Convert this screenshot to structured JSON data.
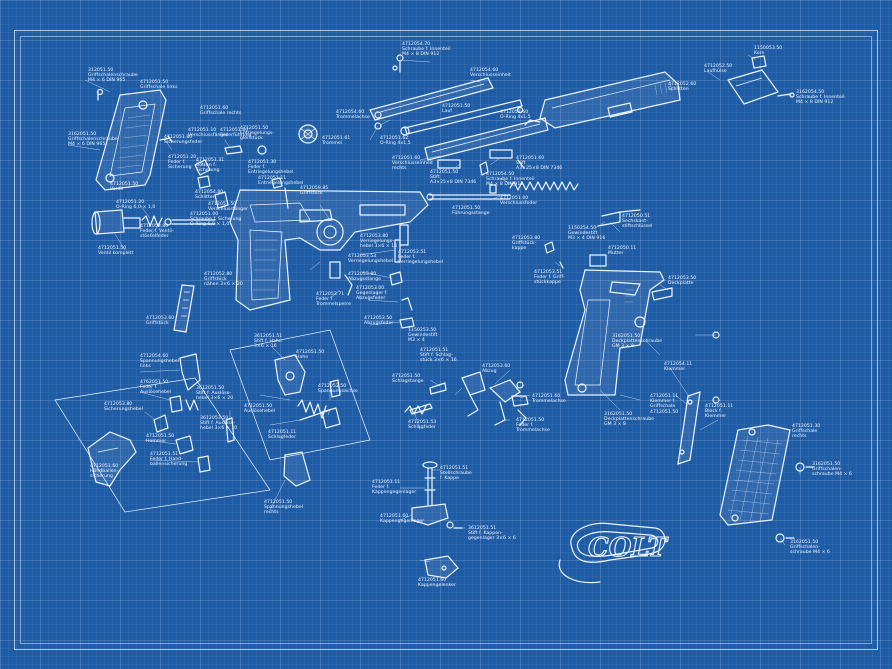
{
  "logo": {
    "text": "COLT"
  },
  "callouts": [
    {
      "id": "c1",
      "lines": [
        "312051.50",
        "Griffschalenschraube",
        "M4 × 6 DIN 965"
      ]
    },
    {
      "id": "c2",
      "lines": [
        "4712051.50",
        "Griffschale links"
      ]
    },
    {
      "id": "c3",
      "lines": [
        "3162051.50",
        "Griffschalenschraube",
        "M4 × 6 DIN 965"
      ]
    },
    {
      "id": "c4",
      "lines": [
        "4712051.60",
        "Griffschale rechts"
      ]
    },
    {
      "id": "c5",
      "lines": [
        "4712051.80",
        "Sicherungsfeder"
      ]
    },
    {
      "id": "c6",
      "lines": [
        "4712051.10",
        "Verschlussfänger"
      ]
    },
    {
      "id": "c7",
      "lines": [
        "4712051.60",
        "Federführung"
      ]
    },
    {
      "id": "c8",
      "lines": [
        "4712051.50",
        "Entriegelungs-",
        "gleitstück"
      ]
    },
    {
      "id": "c9",
      "lines": [
        "4712051.20",
        "Feder f.",
        "Sicherung"
      ]
    },
    {
      "id": "c10",
      "lines": [
        "4712051.31",
        "Bolzen f.",
        "Sicherung"
      ]
    },
    {
      "id": "c11",
      "lines": [
        "4712051.30",
        "Feder f.",
        "Entriegelungshebel"
      ]
    },
    {
      "id": "c12",
      "lines": [
        "4712051.11",
        "Entriegelungshebel"
      ]
    },
    {
      "id": "c13",
      "lines": [
        "4712054.80",
        "Schlitten"
      ]
    },
    {
      "id": "c14",
      "lines": [
        "4712059.85",
        "Griffstück"
      ]
    },
    {
      "id": "c15",
      "lines": [
        "4712051.50",
        "Verschlussfänger"
      ]
    },
    {
      "id": "c16",
      "lines": [
        "4712051.00",
        "Schraube f. Sicherung",
        "O-Ring 6,0 × 1,0"
      ]
    },
    {
      "id": "c17",
      "lines": [
        "4712051.20",
        "O-Ring 6,0 × 1,0"
      ]
    },
    {
      "id": "c18",
      "lines": [
        "4712052.80",
        "Feder f. Ventil-",
        "stösselfeder"
      ]
    },
    {
      "id": "c19",
      "lines": [
        "4712051.50",
        "Ventil"
      ]
    },
    {
      "id": "c20",
      "lines": [
        "4712051.50",
        "Ventil komplett"
      ]
    },
    {
      "id": "c21",
      "lines": [
        "4712053.80",
        "Verriegelungs-",
        "hebel 3×6 × 16"
      ]
    },
    {
      "id": "c22",
      "lines": [
        "4712053.51",
        "Feder f.",
        "Verriegelungshebel"
      ]
    },
    {
      "id": "c23",
      "lines": [
        "4712053.53",
        "Verriegelungshebel"
      ]
    },
    {
      "id": "c24",
      "lines": [
        "4712052.80",
        "Griffstück",
        "nähen 3×6 × 20"
      ]
    },
    {
      "id": "c25",
      "lines": [
        "4712053.60",
        "Griffstück"
      ]
    },
    {
      "id": "c26",
      "lines": [
        "4712053.71",
        "Feder f.",
        "Trommelsperre"
      ]
    },
    {
      "id": "c27",
      "lines": [
        "4712053.80",
        "Abzugsstange"
      ]
    },
    {
      "id": "c28",
      "lines": [
        "4712053.00",
        "Gegenlager f.",
        "Abzugsfeder"
      ]
    },
    {
      "id": "c29",
      "lines": [
        "4712053.50",
        "Abzugsfeder"
      ]
    },
    {
      "id": "c30",
      "lines": [
        "1150253.50",
        "Gewindestift",
        "M3 × 4"
      ]
    },
    {
      "id": "c31",
      "lines": [
        "4712054.70",
        "Schraube f. Innenteil",
        "M4 × 8 DIN 912"
      ]
    },
    {
      "id": "c32",
      "lines": [
        "4712054.60",
        "Verschlusseinheit"
      ]
    },
    {
      "id": "c33",
      "lines": [
        "4712054.60",
        "Trommelachse"
      ]
    },
    {
      "id": "c34",
      "lines": [
        "4712051.50",
        "Lauf"
      ]
    },
    {
      "id": "c35",
      "lines": [
        "4712051.60",
        "O-Ring 4x1,5"
      ]
    },
    {
      "id": "c36",
      "lines": [
        "4712051.61",
        "Trommel"
      ]
    },
    {
      "id": "c37",
      "lines": [
        "4712051.62",
        "O-Ring 4x1,5"
      ]
    },
    {
      "id": "c38",
      "lines": [
        "4712051.60",
        "Verschlusseinheit",
        "rechts"
      ]
    },
    {
      "id": "c39",
      "lines": [
        "4712051.50",
        "Stift",
        "A3×25×8 DIN 7346"
      ]
    },
    {
      "id": "c40",
      "lines": [
        "4712051.60",
        "Stift",
        "A3×25×8 DIN 7346"
      ]
    },
    {
      "id": "c41",
      "lines": [
        "4712054.50",
        "Schraube f. Innenteil",
        "M4 × 8 DIN 912"
      ]
    },
    {
      "id": "c42",
      "lines": [
        "4712051.00",
        "Verschlussfeder"
      ]
    },
    {
      "id": "c43",
      "lines": [
        "4712051.50",
        "Führungsstange"
      ]
    },
    {
      "id": "c44",
      "lines": [
        "1150053.50",
        "Korn"
      ]
    },
    {
      "id": "c45",
      "lines": [
        "4712052.50",
        "Laufhülse"
      ]
    },
    {
      "id": "c46",
      "lines": [
        "4712052.60",
        "Schlitten"
      ]
    },
    {
      "id": "c47",
      "lines": [
        "3162054.50",
        "Schraube f. Innenteil",
        "M4 × 8 DIN 912"
      ]
    },
    {
      "id": "c48",
      "lines": [
        "1150254.50",
        "Gewindestift",
        "M3 × 4 DIN 916"
      ]
    },
    {
      "id": "c49",
      "lines": [
        "4712050.51",
        "Sechskant-",
        "stiftschlüssel"
      ]
    },
    {
      "id": "c50",
      "lines": [
        "4712053.80",
        "Griffstück-",
        "kappe"
      ]
    },
    {
      "id": "c51",
      "lines": [
        "4712050.11",
        "Mutter"
      ]
    },
    {
      "id": "c52",
      "lines": [
        "4712053.51",
        "Feder f. Griff-",
        "stückkappe"
      ]
    },
    {
      "id": "c53",
      "lines": [
        "4712053.50",
        "Deckplatte"
      ]
    },
    {
      "id": "c54",
      "lines": [
        "3162051.50",
        "Deckplattenschraube",
        "GM 3 × 8"
      ]
    },
    {
      "id": "c55",
      "lines": [
        "4712054.11",
        "Klemmer"
      ]
    },
    {
      "id": "c56",
      "lines": [
        "3162051.50",
        "Deckplattenschraube",
        "GM 3 × 8"
      ]
    },
    {
      "id": "c57",
      "lines": [
        "4712051.11",
        "Klemmer f.",
        "Griffschale",
        "4712051.50"
      ]
    },
    {
      "id": "c58",
      "lines": [
        "4712051.11",
        "Block f.",
        "Klemmer"
      ]
    },
    {
      "id": "c59",
      "lines": [
        "4712051.30",
        "Griffschale",
        "rechts"
      ]
    },
    {
      "id": "c60",
      "lines": [
        "3162051.50",
        "Griffschalen-",
        "schraube M4 × 6"
      ]
    },
    {
      "id": "c61",
      "lines": [
        "3162051.50",
        "Griffschalen-",
        "schraube M4 × 6"
      ]
    },
    {
      "id": "c62",
      "lines": [
        "4712054.60",
        "Spannungshebel",
        "links"
      ]
    },
    {
      "id": "c63",
      "lines": [
        "4762051.50",
        "Feder f.",
        "Auslösehebel"
      ]
    },
    {
      "id": "c64",
      "lines": [
        "4712053.80",
        "Sicherungshebel"
      ]
    },
    {
      "id": "c65",
      "lines": [
        "4712051.50",
        "Hammer"
      ]
    },
    {
      "id": "c66",
      "lines": [
        "4712051.51",
        "Feder f. Hand-",
        "ballensicherung"
      ]
    },
    {
      "id": "c67",
      "lines": [
        "4712051.60",
        "Handballen-",
        "sicherung"
      ]
    },
    {
      "id": "c68",
      "lines": [
        "3612051.50",
        "Stift f. Auslöse-",
        "hebel 3×6 × 20"
      ]
    },
    {
      "id": "c69",
      "lines": [
        "3612051.51",
        "Stift f. Hahn",
        "3×6 × 16"
      ]
    },
    {
      "id": "c70",
      "lines": [
        "4712051.50",
        "Hahn"
      ]
    },
    {
      "id": "c71",
      "lines": [
        "3612053.50",
        "Stift f. Auslöse-",
        "hebel 3×6 × 10"
      ]
    },
    {
      "id": "c72",
      "lines": [
        "4712051.50",
        "Auslösehebel"
      ]
    },
    {
      "id": "c73",
      "lines": [
        "4712051.11",
        "Schlagfeder"
      ]
    },
    {
      "id": "c74",
      "lines": [
        "4712051.50",
        "Spannungshebel",
        "rechts"
      ]
    },
    {
      "id": "c75",
      "lines": [
        "4712052.50",
        "Spannungsachse"
      ]
    },
    {
      "id": "c76",
      "lines": [
        "4712051.51",
        "Stift f. Schlag-",
        "stück 3×6 × 16"
      ]
    },
    {
      "id": "c77",
      "lines": [
        "4712053.60",
        "Abzug"
      ]
    },
    {
      "id": "c78",
      "lines": [
        "4712051.50",
        "Schlagstange"
      ]
    },
    {
      "id": "c79",
      "lines": [
        "4712051.53",
        "Schlagfeder"
      ]
    },
    {
      "id": "c80",
      "lines": [
        "4712051.60",
        "Trommelachse"
      ]
    },
    {
      "id": "c81",
      "lines": [
        "4712051.50",
        "Feder f.",
        "Trommelachse"
      ]
    },
    {
      "id": "c82",
      "lines": [
        "4712051.51",
        "Stellschraube",
        "f. Kappe"
      ]
    },
    {
      "id": "c83",
      "lines": [
        "4712051.11",
        "Feder f.",
        "Kappengegenlager"
      ]
    },
    {
      "id": "c84",
      "lines": [
        "4712051.60",
        "Kappengegenlager"
      ]
    },
    {
      "id": "c85",
      "lines": [
        "3612051.51",
        "Stift f. Kappen-",
        "gegenlager 3×6 × 6"
      ]
    },
    {
      "id": "c86",
      "lines": [
        "4712051.60",
        "Kappengelenker"
      ]
    }
  ]
}
